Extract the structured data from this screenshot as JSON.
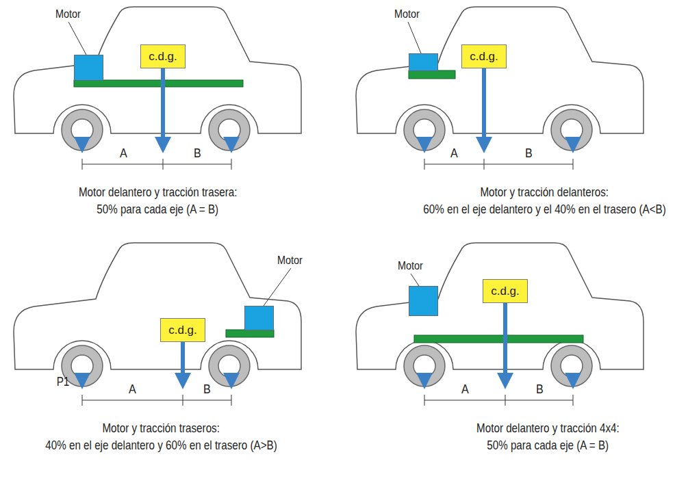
{
  "diagram": {
    "nodes": [
      {
        "text": [
          "Motor"
        ]
      },
      {
        "text": [
          "c.d.g."
        ]
      },
      {
        "text": [
          "Motor"
        ]
      },
      {
        "text": [
          "c.d.g."
        ]
      },
      {
        "text": [
          "c.d.g."
        ]
      },
      {
        "text": [
          "Motor"
        ]
      },
      {
        "text": [
          "Motor"
        ]
      },
      {
        "text": [
          "c.d.g."
        ]
      }
    ],
    "labels": [
      "A",
      "B",
      "Motor delantero y tracción trasera:",
      "50% para cada eje (A = B)",
      "A",
      "B",
      "Motor y tracción delanteros:",
      "60% en el eje delantero y el 40% en el trasero (A<B)",
      "P1",
      "A",
      "B",
      "Motor y tracción traseros:",
      "40% en el eje delantero y 60% en el trasero (A>B)",
      "A",
      "B",
      "Motor delantero y tracción 4x4:",
      "50% para cada eje (A = B)"
    ]
  }
}
